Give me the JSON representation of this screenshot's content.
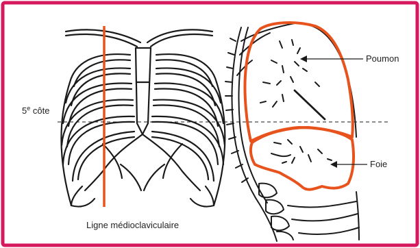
{
  "labels": {
    "rib_line": "5e côte",
    "rib_number": "5",
    "rib_sup": "e",
    "rib_word": " côte",
    "lung": "Poumon",
    "liver": "Foie",
    "midline": "Ligne médioclaviculaire"
  },
  "colors": {
    "frame": "#d6185f",
    "highlight": "#e8531d",
    "ink": "#1a1a1a"
  }
}
